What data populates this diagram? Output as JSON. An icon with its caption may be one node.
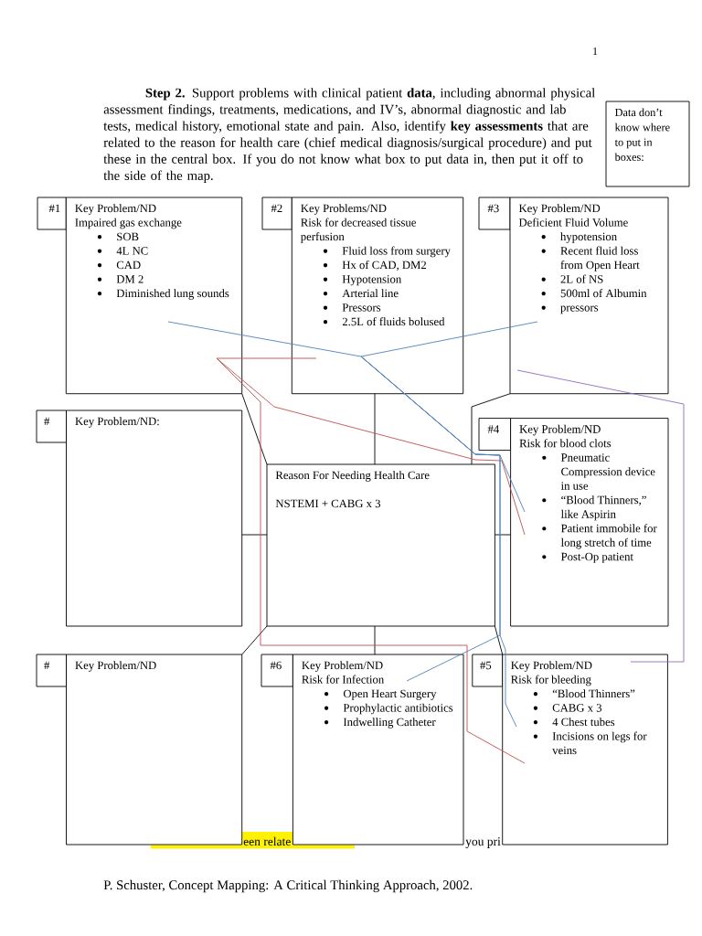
{
  "diagram": {
    "nodes": [
      {
        "text": [
          "Data don’t know where to put in boxes:"
        ]
      },
      {
        "text": [
          "#1"
        ]
      },
      {
        "text": [
          "Key Problem/ND",
          "Impaired gas exchange",
          "SOB",
          "4L NC",
          "CAD",
          "DM 2",
          "Diminished lung sounds"
        ]
      },
      {
        "text": [
          "#2"
        ]
      },
      {
        "text": [
          "Key Problems/ND",
          "Risk for decreased tissue perfusion",
          "Fluid loss from surgery",
          "Hx of CAD, DM2",
          "Hypotension",
          "Arterial line",
          "Pressors",
          "2.5L of fluids bolused"
        ]
      },
      {
        "text": [
          "#3"
        ]
      },
      {
        "text": [
          "Key Problem/ND",
          "Deficient Fluid Volume",
          "hypotension",
          "Recent fluid loss from Open Heart",
          "2L of NS",
          "500ml of Albumin",
          "pressors"
        ]
      },
      {
        "text": [
          "#"
        ]
      },
      {
        "text": [
          "Key Problem/ND:"
        ]
      },
      {
        "text": [
          "Reason For Needing Health Care",
          "NSTEMI + CABG x 3"
        ]
      },
      {
        "text": [
          "#4"
        ]
      },
      {
        "text": [
          "Key Problem/ND",
          "Risk for blood clots",
          "Pneumatic Compression device in use",
          "“Blood Thinners,” like Aspirin",
          "Patient immobile for long stretch of time",
          "Post-Op patient"
        ]
      },
      {
        "text": [
          "#"
        ]
      },
      {
        "text": [
          "Key Problem/ND"
        ]
      },
      {
        "text": [
          "#6"
        ]
      },
      {
        "text": [
          "Key Problem/ND",
          "Risk for Infection",
          "Open Heart Surgery",
          "Prophylactic antibiotics",
          "Indwelling Catheter"
        ]
      },
      {
        "text": [
          "#5"
        ]
      },
      {
        "text": [
          "Key Problem/ND",
          "Risk for bleeding",
          "“Blood Thinners”",
          "CABG x 3",
          "4 Chest tubes",
          "Incisions on legs for veins"
        ]
      }
    ],
    "edges": [
      {
        "from": 9,
        "to": 2,
        "arrow": "none"
      },
      {
        "from": 9,
        "to": 4,
        "arrow": "none"
      },
      {
        "from": 9,
        "to": 6,
        "arrow": "none"
      },
      {
        "from": 9,
        "to": 8,
        "arrow": "none"
      },
      {
        "from": 9,
        "to": 11,
        "arrow": "none"
      },
      {
        "from": 9,
        "to": 13,
        "arrow": "none"
      },
      {
        "from": 9,
        "to": 15,
        "arrow": "none"
      },
      {
        "from": 9,
        "to": 17,
        "arrow": "none"
      },
      {
        "from": 2,
        "to": 4,
        "arrow": "none",
        "color": "#4f81bd"
      },
      {
        "from": 6,
        "to": 4,
        "arrow": "none",
        "color": "#4f81bd"
      },
      {
        "from": 4,
        "to": 11,
        "arrow": "none",
        "color": "#4f81bd"
      },
      {
        "from": 4,
        "to": 15,
        "arrow": "none",
        "color": "#4f81bd"
      },
      {
        "from": 4,
        "to": 17,
        "arrow": "none",
        "color": "#4f81bd"
      },
      {
        "from": 2,
        "to": 4,
        "arrow": "none",
        "color": "#c0504d"
      },
      {
        "from": 2,
        "to": 11,
        "arrow": "none",
        "color": "#c0504d"
      },
      {
        "from": 2,
        "to": 17,
        "arrow": "none",
        "color": "#c0504d"
      },
      {
        "from": 6,
        "to": 17,
        "arrow": "none",
        "color": "#8e6bc4"
      }
    ],
    "labels": [
      "1",
      "**Step 2.** Support problems with clinical patient **data**, including abnormal physical assessment findings, treatments, medications, and IV’s, abnormal diagnostic and lab tests, medical history, emotional state and pain. Also, identify **key assessments** that are related to the reason for health care (chief medical diagnosis/surgical procedure) and put these in the central box. If you do not know what box to put data in, then put it off to the side of the map.",
      "een relate",
      "you pri",
      "P. Schuster, Concept Mapping: A Critical Thinking Approach, 2002."
    ]
  }
}
